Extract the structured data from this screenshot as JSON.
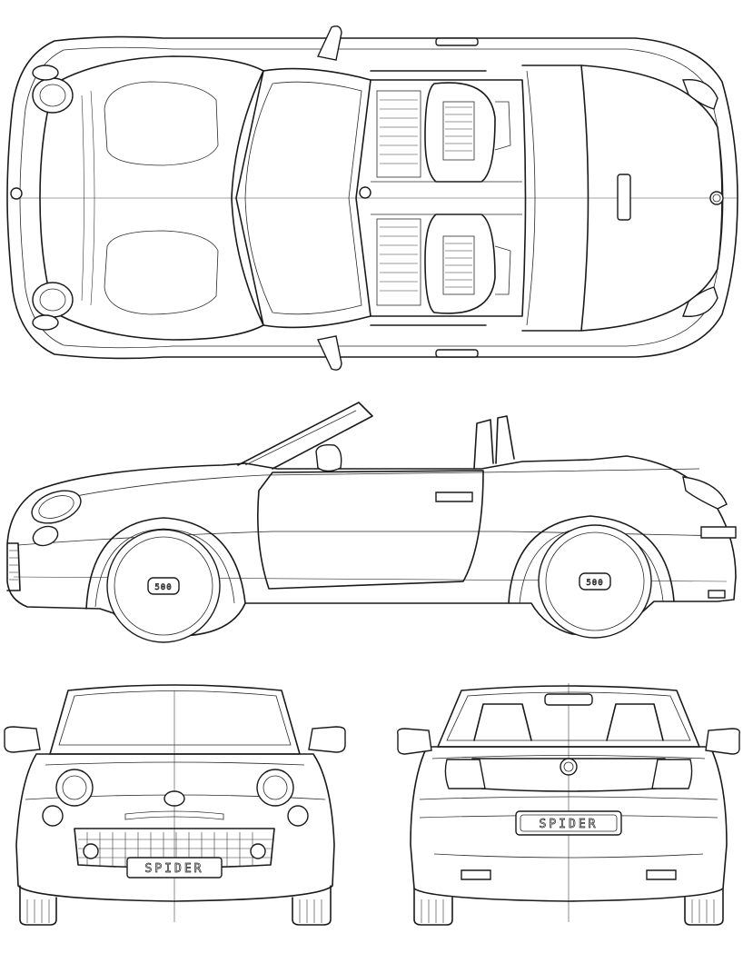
{
  "views": [
    {
      "id": "top",
      "name": "top view"
    },
    {
      "id": "side",
      "name": "side view"
    },
    {
      "id": "front",
      "name": "front view"
    },
    {
      "id": "rear",
      "name": "rear view"
    }
  ],
  "badges": {
    "front_plate": "SPIDER",
    "rear_plate": "SPIDER",
    "wheel_cap": "500"
  },
  "colors": {
    "line": "#1a1a1a",
    "background": "#ffffff"
  }
}
